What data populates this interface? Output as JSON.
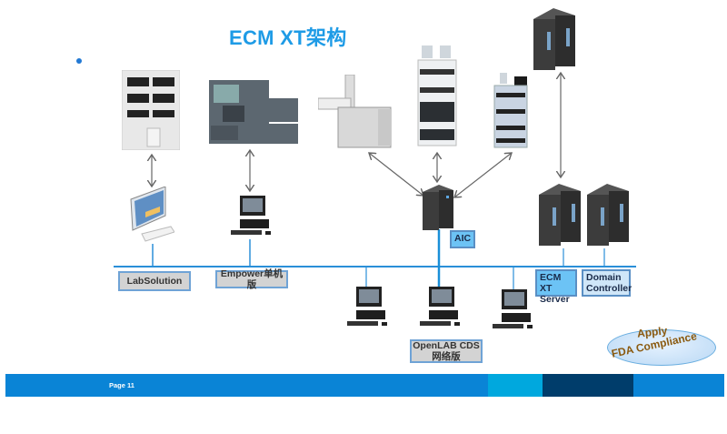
{
  "slide": {
    "title": "ECM XT架构",
    "page_label": "Page 11"
  },
  "instruments": [
    {
      "name": "shimadzu-hplc"
    },
    {
      "name": "waters-hplc"
    },
    {
      "name": "agilent-gc"
    },
    {
      "name": "agilent-hplc-1290"
    },
    {
      "name": "agilent-hplc-1260"
    }
  ],
  "labels": {
    "labsolution": "LabSolution",
    "empower": "Empower单机版",
    "aic": "AIC",
    "openlab_line1": "OpenLAB CDS",
    "openlab_line2": "网络版",
    "ecm_line1": "ECM XT",
    "ecm_line2": "Server",
    "domain_line1": "Domain",
    "domain_line2": "Controller",
    "fda_line1": "Apply",
    "fda_line2": "FDA Compliance"
  },
  "colors": {
    "title": "#1e9be6",
    "bus_line": "#2a8fd8",
    "footer_main": "#0a84d6",
    "footer_cyan": "#00a8de",
    "footer_navy": "#003d6b",
    "footer_end": "#0a84d6",
    "label_gray_bg": "#d3d3d3",
    "label_blue_bg": "#6cc3f5",
    "fda_text": "#8a5a10"
  }
}
